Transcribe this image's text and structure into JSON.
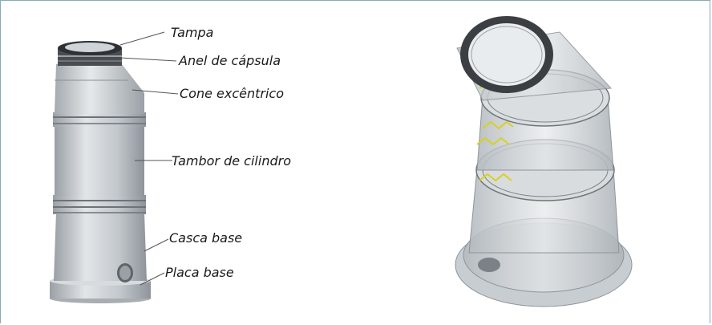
{
  "figure": {
    "labels": {
      "tampa": "Tampa",
      "anel": "Anel de cápsula",
      "cone": "Cone excêntrico",
      "tambor": "Tambor de cilindro",
      "casca": "Casca base",
      "placa": "Placa base"
    },
    "colors": {
      "frame_border": "#8aa9b8",
      "metal_light": "#d9dde0",
      "metal_mid": "#b8bdc2",
      "metal_dark": "#8e949a",
      "ring_dark": "#3a3d40",
      "glass": "#c9ced2",
      "weld_yellow": "#d8d020"
    }
  }
}
